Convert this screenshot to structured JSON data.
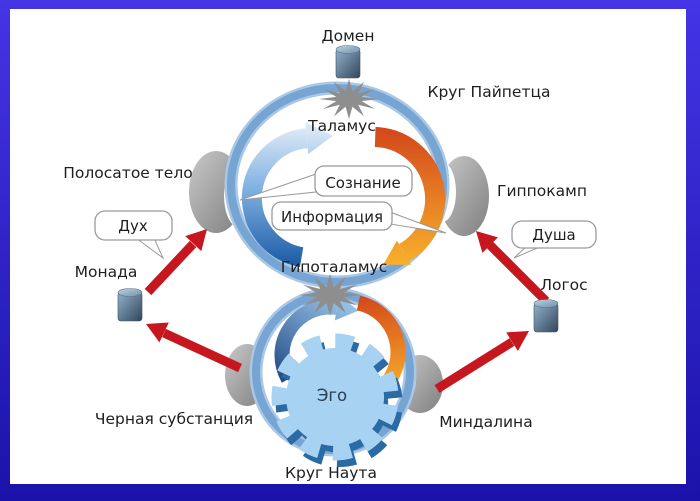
{
  "diagram": {
    "labels": {
      "domain": "Домен",
      "papez_circle": "Круг Пайпетца",
      "thalamus": "Таламус",
      "striatum": "Полосатое тело",
      "hippocampus": "Гиппокамп",
      "hypothalamus": "Гипоталамус",
      "monad": "Монада",
      "logos": "Логос",
      "substantia_nigra": "Черная субстанция",
      "amygdala": "Миндалина",
      "ego": "Эго",
      "nauta_circle": "Круг Наута"
    },
    "callouts": {
      "consciousness": "Сознание",
      "information": "Информация",
      "spirit": "Дух",
      "soul": "Душа"
    },
    "colors": {
      "frame_top": "#4435e5",
      "frame_bottom": "#1b12aa",
      "canvas": "#ffffff",
      "ring_blue": "#76a4d3",
      "red_arrow": "#c5171d",
      "blue_flow_dark": "#1f5fa8",
      "orange_flow": "#e8701f",
      "gear_blue": "#3e84c4",
      "burst_gray": "#8e8e8e",
      "text": "#1e1e1e"
    }
  }
}
